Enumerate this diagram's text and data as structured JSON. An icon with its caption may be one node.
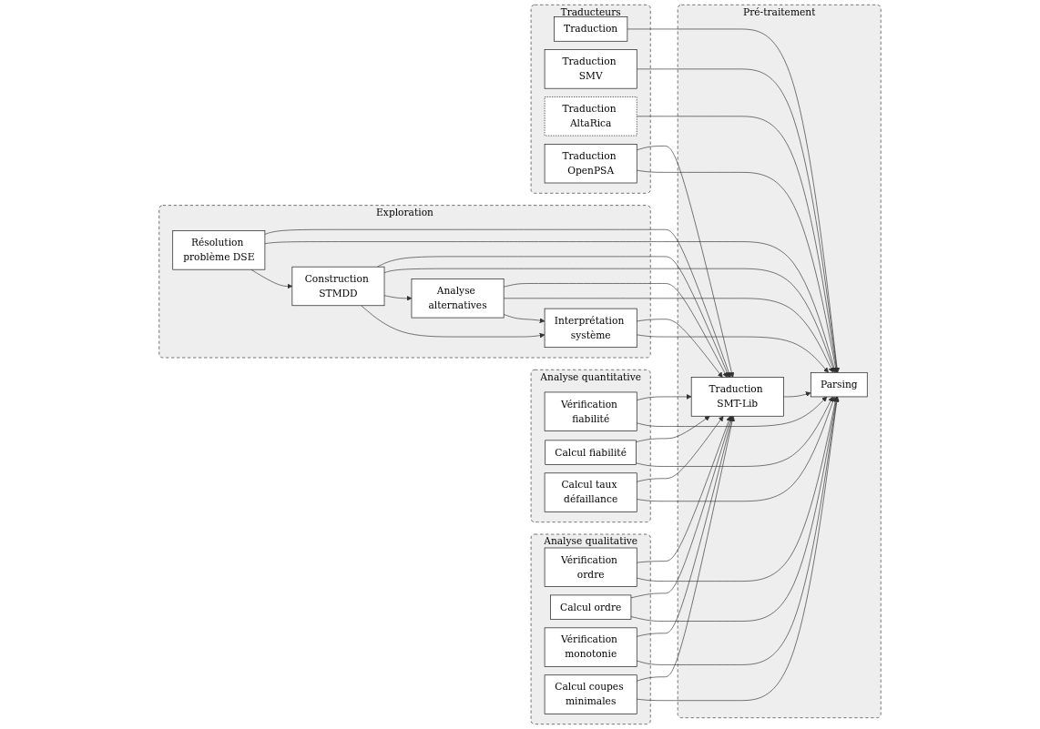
{
  "diagram": {
    "nodes": [
      {
        "text": [
          "Pré-traitement"
        ]
      },
      {
        "text": [
          "Traduction SMT-Lib"
        ],
        "in": 0
      },
      {
        "text": [
          "Parsing"
        ],
        "in": 0
      },
      {
        "text": [
          "Analyse qualitative"
        ]
      },
      {
        "text": [
          "Vérification ordre"
        ],
        "in": 3
      },
      {
        "text": [
          "Calcul ordre"
        ],
        "in": 3
      },
      {
        "text": [
          "Vérification monotonie"
        ],
        "in": 3
      },
      {
        "text": [
          "Calcul coupes minimales"
        ],
        "in": 3
      },
      {
        "text": [
          "Analyse quantitative"
        ]
      },
      {
        "text": [
          "Vérification fiabilité"
        ],
        "in": 8
      },
      {
        "text": [
          "Calcul fiabilité"
        ],
        "in": 8
      },
      {
        "text": [
          "Calcul taux défaillance"
        ],
        "in": 8
      },
      {
        "text": [
          "Exploration"
        ]
      },
      {
        "text": [
          "Interprétation système"
        ],
        "in": 12
      },
      {
        "text": [
          "Analyse alternatives"
        ],
        "in": 12
      },
      {
        "text": [
          "Construction STMDD"
        ],
        "in": 12
      },
      {
        "text": [
          "Résolution problème DSE"
        ],
        "in": 12
      },
      {
        "text": [
          "Traducteurs"
        ]
      },
      {
        "text": [
          "Traduction"
        ],
        "in": 17
      },
      {
        "text": [
          "Traduction SMV"
        ],
        "in": 17
      },
      {
        "text": [
          "Traduction AltaRica"
        ],
        "in": 17
      },
      {
        "text": [
          "Traduction OpenPSA"
        ],
        "in": 17
      }
    ],
    "edges": [
      {
        "from": 1,
        "to": 2,
        "arrow": "to"
      },
      {
        "from": 4,
        "to": 1,
        "arrow": "to"
      },
      {
        "from": 4,
        "to": 2,
        "arrow": "to"
      },
      {
        "from": 5,
        "to": 1,
        "arrow": "to"
      },
      {
        "from": 5,
        "to": 2,
        "arrow": "to"
      },
      {
        "from": 6,
        "to": 1,
        "arrow": "to"
      },
      {
        "from": 6,
        "to": 2,
        "arrow": "to"
      },
      {
        "from": 7,
        "to": 1,
        "arrow": "to"
      },
      {
        "from": 7,
        "to": 2,
        "arrow": "to"
      },
      {
        "from": 9,
        "to": 1,
        "arrow": "to"
      },
      {
        "from": 9,
        "to": 2,
        "arrow": "to"
      },
      {
        "from": 10,
        "to": 1,
        "arrow": "to"
      },
      {
        "from": 10,
        "to": 2,
        "arrow": "to"
      },
      {
        "from": 11,
        "to": 1,
        "arrow": "to"
      },
      {
        "from": 11,
        "to": 2,
        "arrow": "to"
      },
      {
        "from": 13,
        "to": 1,
        "arrow": "to"
      },
      {
        "from": 13,
        "to": 2,
        "arrow": "to"
      },
      {
        "from": 14,
        "to": 1,
        "arrow": "to"
      },
      {
        "from": 14,
        "to": 2,
        "arrow": "to"
      },
      {
        "from": 15,
        "to": 1,
        "arrow": "to"
      },
      {
        "from": 15,
        "to": 2,
        "arrow": "to"
      },
      {
        "from": 16,
        "to": 1,
        "arrow": "to"
      },
      {
        "from": 16,
        "to": 2,
        "arrow": "to"
      },
      {
        "from": 21,
        "to": 1,
        "arrow": "to"
      },
      {
        "from": 21,
        "to": 2,
        "arrow": "to"
      },
      {
        "from": 18,
        "to": 2,
        "arrow": "to"
      },
      {
        "from": 19,
        "to": 2,
        "arrow": "to"
      },
      {
        "from": 20,
        "to": 2,
        "arrow": "to"
      },
      {
        "from": 16,
        "to": 15,
        "arrow": "to"
      },
      {
        "from": 15,
        "to": 14,
        "arrow": "to"
      },
      {
        "from": 14,
        "to": 13,
        "arrow": "to"
      },
      {
        "from": 15,
        "to": 13,
        "arrow": "to"
      }
    ]
  }
}
